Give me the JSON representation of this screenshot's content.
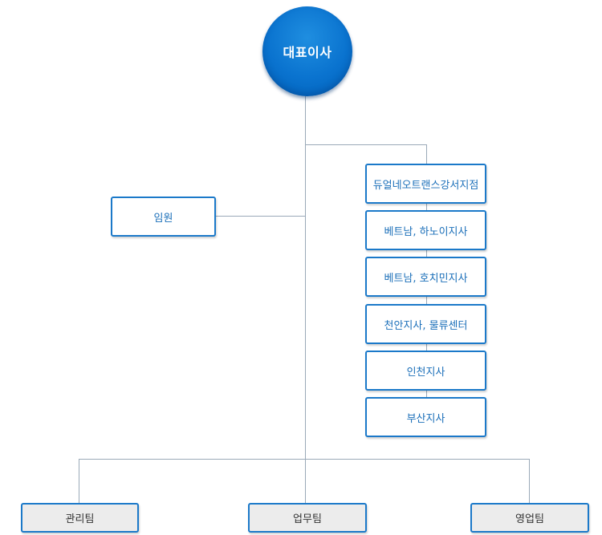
{
  "ceo": {
    "label": "대표이사"
  },
  "executive": {
    "label": "임원"
  },
  "branches": [
    {
      "label": "듀얼네오트랜스강서지점"
    },
    {
      "label": "베트남, 하노이지사"
    },
    {
      "label": "베트남, 호치민지사"
    },
    {
      "label": "천안지사, 물류센터"
    },
    {
      "label": "인천지사"
    },
    {
      "label": "부산지사"
    }
  ],
  "teams": [
    {
      "label": "관리팀"
    },
    {
      "label": "업무팀"
    },
    {
      "label": "영업팀"
    }
  ],
  "colors": {
    "primary": "#0a73cf",
    "border": "#1b79c9",
    "connector": "#9aa9b8",
    "team_fill": "#ececec"
  }
}
